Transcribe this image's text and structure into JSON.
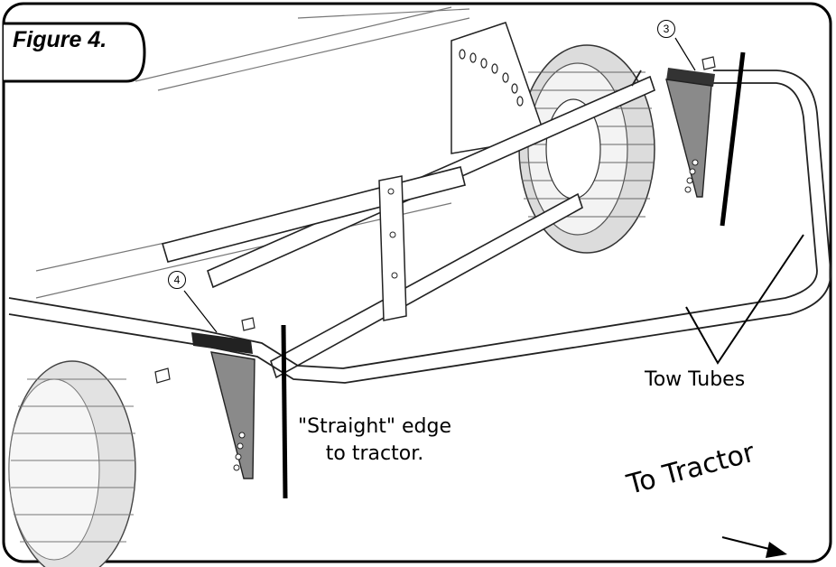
{
  "figure": {
    "label": "Figure 4.",
    "callouts": [
      "3",
      "4"
    ],
    "notes": {
      "straight_edge_line1": "\"Straight\" edge",
      "straight_edge_line2": "to tractor.",
      "tow_tubes": "Tow Tubes",
      "to_tractor": "To Tractor"
    }
  },
  "colors": {
    "outline": "#000000",
    "bracket_fill": "#8a8a8a",
    "frame_stroke": "#3a3a3a",
    "wheel_tread": "#6a6a6a"
  }
}
